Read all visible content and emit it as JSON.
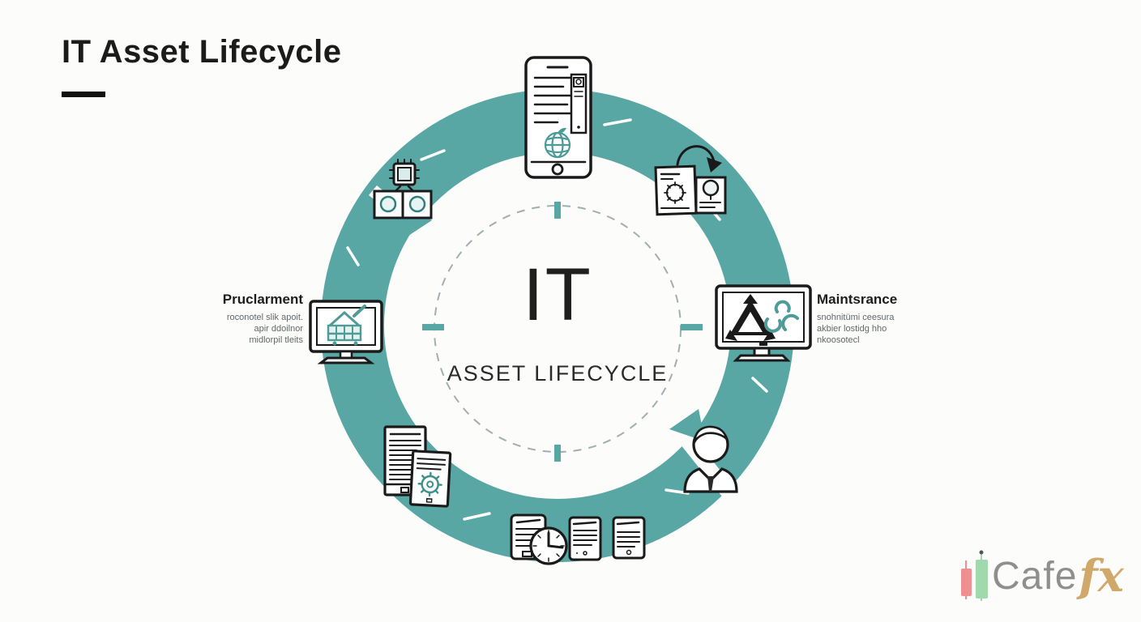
{
  "header": {
    "title": "IT Asset Lifecycle"
  },
  "center": {
    "top": "IT",
    "bottom": "ASSET LIFECYCLE"
  },
  "stages": {
    "procurement": {
      "title": "Pruclarment",
      "desc_lines": [
        "roconotel slik apoit.",
        "apir ddoilnor",
        "midlorpil tleits"
      ]
    },
    "maintenance": {
      "title": "Maintsrance",
      "desc_lines": [
        "snohnitümi ceesura",
        "akbier lostidg hho",
        "nkoosotecl"
      ]
    }
  },
  "icons": {
    "top": "registered-device-phone-icon",
    "upper_right": "document-transfer-arrow-icon",
    "right": "recycle-maintenance-monitor-icon",
    "lower_right": "user-icon",
    "bottom": "mobile-devices-clock-icon",
    "lower_left": "asset-documents-gear-icon",
    "left": "procurement-cart-monitor-icon",
    "upper_left": "chip-hardware-boxes-icon"
  },
  "colors": {
    "ring_teal": "#58a7a4",
    "icon_teal": "#4e9b98",
    "icon_teal_dark": "#2f7f7c",
    "dashed_gray": "#a3aeae",
    "ink": "#1a1a1a",
    "logo_gray": "#8f8f8f",
    "logo_gold": "#cfa86a",
    "candle_red": "#f08f8f",
    "candle_green": "#9fd9ac"
  },
  "logo": {
    "name": "Cafe",
    "suffix": "fx"
  }
}
